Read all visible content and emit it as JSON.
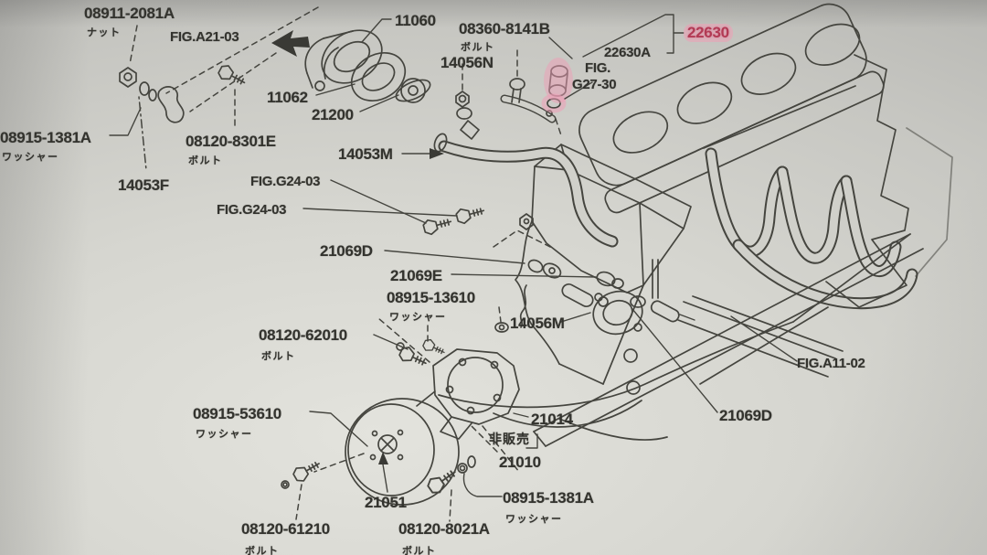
{
  "page": {
    "highlight_color": "#b23a54",
    "highlight_marker_color": "#ee9eb6",
    "ink_color": "#33332e",
    "paper_color": "#d0d0ca"
  },
  "labels": {
    "part_08911_2081A": {
      "text": "08911-2081A"
    },
    "jp_nut": {
      "text": "ナット"
    },
    "fig_a21_03": {
      "text": "FIG.A21-03"
    },
    "part_11060": {
      "text": "11060"
    },
    "part_08360_8141B": {
      "text": "08360-8141B"
    },
    "jp_bolt_8141B": {
      "text": "ボルト"
    },
    "part_14056N": {
      "text": "14056N"
    },
    "part_22630A": {
      "text": "22630A"
    },
    "fig_g27_30_line1": {
      "text": "FIG."
    },
    "fig_g27_30_line2": {
      "text": "G27-30"
    },
    "part_22630": {
      "text": "22630"
    },
    "part_08915_1381A_left": {
      "text": "08915-1381A"
    },
    "jp_washer_left": {
      "text": "ワッシャー"
    },
    "part_11062": {
      "text": "11062"
    },
    "part_21200": {
      "text": "21200"
    },
    "part_08120_8301E": {
      "text": "08120-8301E"
    },
    "jp_bolt_8301E": {
      "text": "ボルト"
    },
    "part_14053F": {
      "text": "14053F"
    },
    "part_14053M": {
      "text": "14053M"
    },
    "fig_g24_03_upper": {
      "text": "FIG.G24-03"
    },
    "fig_g24_03_lower": {
      "text": "FIG.G24-03"
    },
    "part_21069D_left": {
      "text": "21069D"
    },
    "part_21069E": {
      "text": "21069E"
    },
    "part_08915_13610": {
      "text": "08915-13610"
    },
    "jp_washer_13610": {
      "text": "ワッシャー"
    },
    "part_14056M": {
      "text": "14056M"
    },
    "part_08120_62010": {
      "text": "08120-62010"
    },
    "jp_bolt_62010": {
      "text": "ボルト"
    },
    "fig_a11_02": {
      "text": "FIG.A11-02"
    },
    "part_08915_53610": {
      "text": "08915-53610"
    },
    "jp_washer_53610": {
      "text": "ワッシャー"
    },
    "part_21014": {
      "text": "21014"
    },
    "jp_not_for_sale": {
      "text": "非販売"
    },
    "part_21010": {
      "text": "21010"
    },
    "part_21069D_right": {
      "text": "21069D"
    },
    "part_08915_1381A_bottom": {
      "text": "08915-1381A"
    },
    "jp_washer_bottom": {
      "text": "ワッシャー"
    },
    "part_21051": {
      "text": "21051"
    },
    "part_08120_61210": {
      "text": "08120-61210"
    },
    "jp_bolt_61210": {
      "text": "ボルト"
    },
    "part_08120_8021A": {
      "text": "08120-8021A"
    },
    "jp_bolt_8021A": {
      "text": "ボルト"
    }
  }
}
